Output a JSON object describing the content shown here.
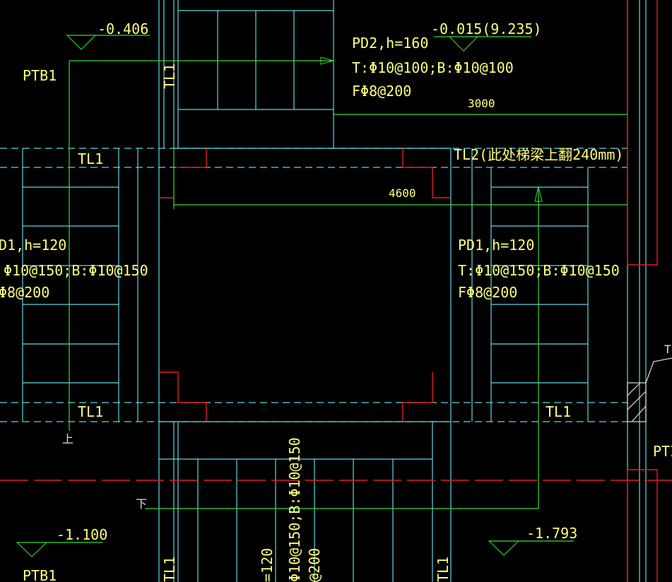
{
  "elevations": {
    "top_left": "-0.406",
    "top_right": "-0.015(9.235)",
    "bottom_left": "-1.100",
    "bottom_right": "-1.793"
  },
  "slab_pd2": {
    "name": "PD2,h=160",
    "top_bottom": "T:Φ10@100;B:Φ10@100",
    "dist": "FΦ8@200"
  },
  "slab_pd1_right": {
    "name": "PD1,h=120",
    "top_bottom": "T:Φ10@150;B:Φ10@150",
    "dist": "FΦ8@200"
  },
  "slab_pd1_left": {
    "name": "D1,h=120",
    "top_bottom": "Φ10@150;B:Φ10@150",
    "dist": "Φ8@200"
  },
  "beams": {
    "tl1": "TL1",
    "tl2": "TL2(此处梯梁上翻240mm)",
    "ptb1": "PTB1",
    "ptb_partial": "PTI"
  },
  "dimensions": {
    "d3000": "3000",
    "d4600": "4600"
  },
  "stair_marks": {
    "up": "上",
    "down": "下"
  },
  "vertical_texts": {
    "v1": "Φ10@150;B:Φ10@150",
    "v2": "=120",
    "v3": "@200"
  },
  "misc": {
    "edge_t": "T"
  }
}
